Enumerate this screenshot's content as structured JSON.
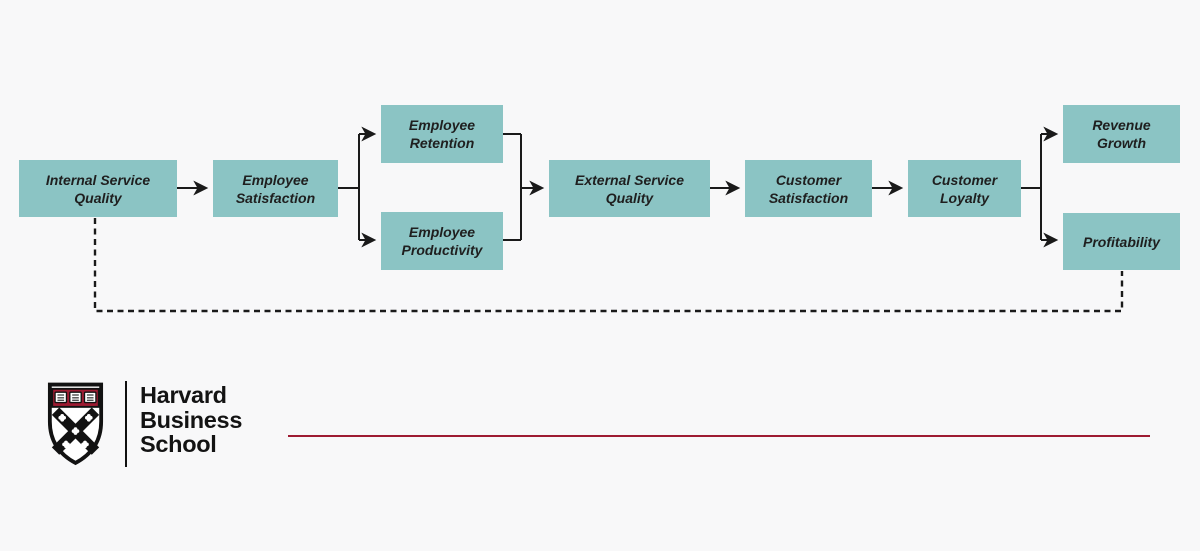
{
  "diagram": {
    "name": "service-profit-chain",
    "boxes": [
      {
        "id": "internal-service-quality",
        "label": "Internal Service Quality"
      },
      {
        "id": "employee-satisfaction",
        "label": "Employee Satisfaction"
      },
      {
        "id": "employee-retention",
        "label": "Employee Retention"
      },
      {
        "id": "employee-productivity",
        "label": "Employee Productivity"
      },
      {
        "id": "external-service-quality",
        "label": "External Service Quality"
      },
      {
        "id": "customer-satisfaction",
        "label": "Customer Satisfaction"
      },
      {
        "id": "customer-loyalty",
        "label": "Customer Loyalty"
      },
      {
        "id": "revenue-growth",
        "label": "Revenue Growth"
      },
      {
        "id": "profitability",
        "label": "Profitability"
      }
    ],
    "connections": [
      {
        "from": "internal-service-quality",
        "to": "employee-satisfaction",
        "style": "solid"
      },
      {
        "from": "employee-satisfaction",
        "to": "employee-retention",
        "style": "solid"
      },
      {
        "from": "employee-satisfaction",
        "to": "employee-productivity",
        "style": "solid"
      },
      {
        "from": "employee-retention",
        "to": "external-service-quality",
        "style": "solid"
      },
      {
        "from": "employee-productivity",
        "to": "external-service-quality",
        "style": "solid"
      },
      {
        "from": "external-service-quality",
        "to": "customer-satisfaction",
        "style": "solid"
      },
      {
        "from": "customer-satisfaction",
        "to": "customer-loyalty",
        "style": "solid"
      },
      {
        "from": "customer-loyalty",
        "to": "revenue-growth",
        "style": "solid"
      },
      {
        "from": "customer-loyalty",
        "to": "profitability",
        "style": "solid"
      },
      {
        "from": "profitability",
        "to": "internal-service-quality",
        "style": "dashed"
      }
    ],
    "colors": {
      "box_fill": "#8bc4c4",
      "connector": "#1a1a1a",
      "box_text": "#1f1f1f",
      "background": "#f8f8f9"
    }
  },
  "branding": {
    "logo_lines": [
      "Harvard",
      "Business",
      "School"
    ],
    "shield_icon": "hbs-shield-icon",
    "crimson": "#9e1b32",
    "rule_color": "#9e1b32"
  }
}
